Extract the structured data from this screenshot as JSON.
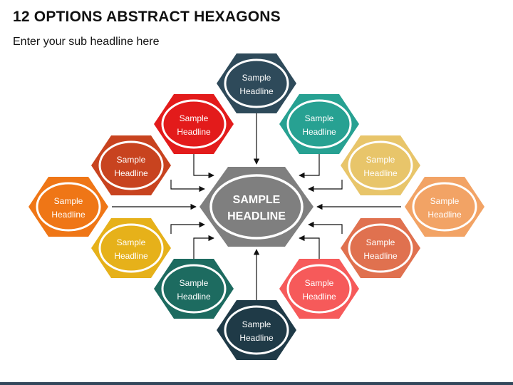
{
  "title": "12 OPTIONS ABSTRACT HEXAGONS",
  "subtitle": "Enter your sub headline here",
  "center": {
    "line1": "SAMPLE",
    "line2": "HEADLINE",
    "color": "#7f7f7f"
  },
  "options": [
    {
      "id": "top",
      "line1": "Sample",
      "line2": "Headline",
      "color": "#2e4a5a"
    },
    {
      "id": "upper-left-1",
      "line1": "Sample",
      "line2": "Headline",
      "color": "#e31b1b"
    },
    {
      "id": "upper-right-1",
      "line1": "Sample",
      "line2": "Headline",
      "color": "#27a192"
    },
    {
      "id": "upper-left-2",
      "line1": "Sample",
      "line2": "Headline",
      "color": "#c8431f"
    },
    {
      "id": "upper-right-2",
      "line1": "Sample",
      "line2": "Headline",
      "color": "#e8c56a"
    },
    {
      "id": "left",
      "line1": "Sample",
      "line2": "Headline",
      "color": "#ef7616"
    },
    {
      "id": "right",
      "line1": "Sample",
      "line2": "Headline",
      "color": "#f2a365"
    },
    {
      "id": "lower-left-2",
      "line1": "Sample",
      "line2": "Headline",
      "color": "#e6b11a"
    },
    {
      "id": "lower-right-2",
      "line1": "Sample",
      "line2": "Headline",
      "color": "#e0714f"
    },
    {
      "id": "lower-left-1",
      "line1": "Sample",
      "line2": "Headline",
      "color": "#1d6b60"
    },
    {
      "id": "lower-right-1",
      "line1": "Sample",
      "line2": "Headline",
      "color": "#f65a5a"
    },
    {
      "id": "bottom",
      "line1": "Sample",
      "line2": "Headline",
      "color": "#1f3a47"
    }
  ],
  "bottom_bar_color": "#33475b"
}
